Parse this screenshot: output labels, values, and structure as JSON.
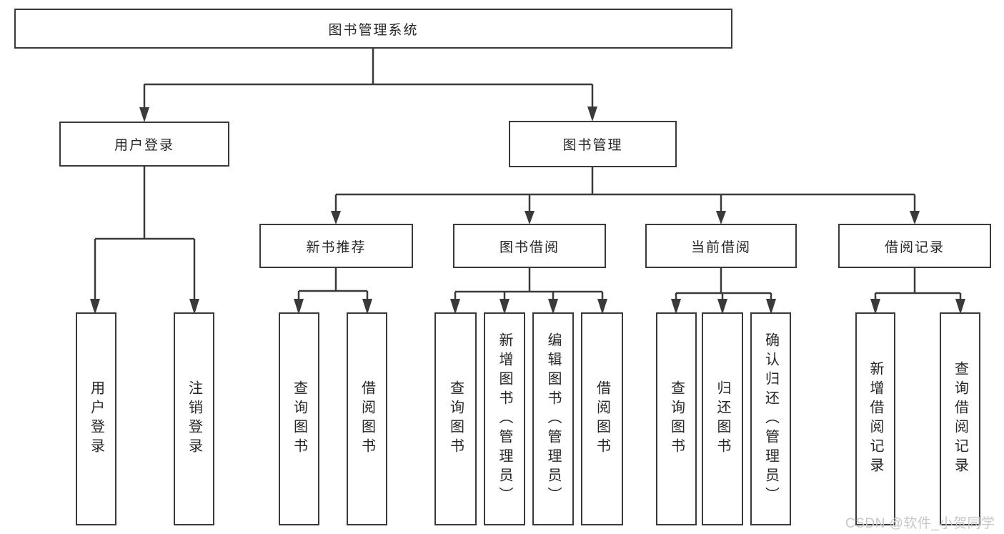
{
  "tree": {
    "root": {
      "label": "图书管理系统"
    },
    "level2": [
      {
        "label": "用户登录",
        "children": [
          {
            "label": "用户登录"
          },
          {
            "label": "注销登录"
          }
        ]
      },
      {
        "label": "图书管理",
        "children": [
          {
            "label": "新书推荐",
            "children": [
              {
                "label": "查询图书"
              },
              {
                "label": "借阅图书"
              }
            ]
          },
          {
            "label": "图书借阅",
            "children": [
              {
                "label": "查询图书"
              },
              {
                "label": "新增图书（管理员）"
              },
              {
                "label": "编辑图书（管理员）"
              },
              {
                "label": "借阅图书"
              }
            ]
          },
          {
            "label": "当前借阅",
            "children": [
              {
                "label": "查询图书"
              },
              {
                "label": "归还图书"
              },
              {
                "label": "确认归还（管理员）"
              }
            ]
          },
          {
            "label": "借阅记录",
            "children": [
              {
                "label": "新增借阅记录"
              },
              {
                "label": "查询借阅记录"
              }
            ]
          }
        ]
      }
    ]
  },
  "watermark": {
    "text": "CSDN @软件_小贺同学"
  },
  "colors": {
    "line": "#3a3a3a",
    "box_border": "#3a3a3a",
    "text": "#262626",
    "watermark": "#c8c8c8",
    "background": "#ffffff"
  }
}
